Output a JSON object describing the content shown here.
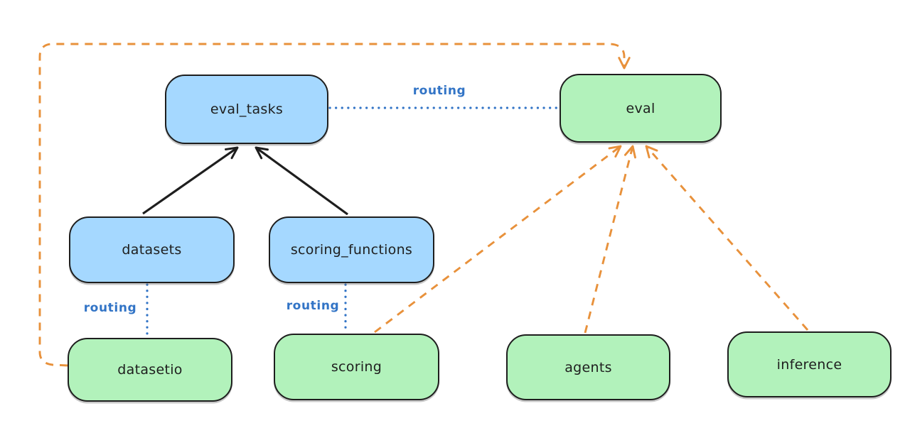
{
  "diagram": {
    "title": "",
    "background": "#ffffff",
    "nodes": {
      "eval_tasks": {
        "label": "eval_tasks",
        "fill": "#a5d8ff",
        "type": "resource"
      },
      "eval": {
        "label": "eval",
        "fill": "#b2f2bb",
        "type": "api"
      },
      "datasets": {
        "label": "datasets",
        "fill": "#a5d8ff",
        "type": "resource"
      },
      "scoring_functions": {
        "label": "scoring_functions",
        "fill": "#a5d8ff",
        "type": "resource"
      },
      "datasetio": {
        "label": "datasetio",
        "fill": "#b2f2bb",
        "type": "api"
      },
      "scoring": {
        "label": "scoring",
        "fill": "#b2f2bb",
        "type": "api"
      },
      "agents": {
        "label": "agents",
        "fill": "#b2f2bb",
        "type": "api"
      },
      "inference": {
        "label": "inference",
        "fill": "#b2f2bb",
        "type": "api"
      }
    },
    "edge_labels": {
      "routing_eval_tasks_eval": "routing",
      "routing_datasets_datasetio": "routing",
      "routing_scoring_functions_scoring": "routing"
    },
    "edges": [
      {
        "from": "datasets",
        "to": "eval_tasks",
        "style": "solid",
        "color": "#1e1e1e",
        "arrowhead": true,
        "label": ""
      },
      {
        "from": "scoring_functions",
        "to": "eval_tasks",
        "style": "solid",
        "color": "#1e1e1e",
        "arrowhead": true,
        "label": ""
      },
      {
        "from": "eval_tasks",
        "to": "eval",
        "style": "dotted",
        "color": "#3274c6",
        "arrowhead": false,
        "label": "routing"
      },
      {
        "from": "datasets",
        "to": "datasetio",
        "style": "dotted",
        "color": "#3274c6",
        "arrowhead": false,
        "label": "routing"
      },
      {
        "from": "scoring_functions",
        "to": "scoring",
        "style": "dotted",
        "color": "#3274c6",
        "arrowhead": false,
        "label": "routing"
      },
      {
        "from": "datasetio",
        "to": "eval",
        "style": "dashed",
        "color": "#e8913b",
        "arrowhead": true,
        "label": "",
        "route": "around-left-and-top"
      },
      {
        "from": "scoring",
        "to": "eval",
        "style": "dashed",
        "color": "#e8913b",
        "arrowhead": true,
        "label": ""
      },
      {
        "from": "agents",
        "to": "eval",
        "style": "dashed",
        "color": "#e8913b",
        "arrowhead": true,
        "label": ""
      },
      {
        "from": "inference",
        "to": "eval",
        "style": "dashed",
        "color": "#e8913b",
        "arrowhead": true,
        "label": ""
      }
    ],
    "colors": {
      "node_border": "#1e1e1e",
      "node_text": "#1e1e1e",
      "blue_node_fill": "#a5d8ff",
      "green_node_fill": "#b2f2bb",
      "routing_line": "#3274c6",
      "provider_arrow": "#e8913b",
      "dependency_arrow": "#1e1e1e"
    }
  }
}
